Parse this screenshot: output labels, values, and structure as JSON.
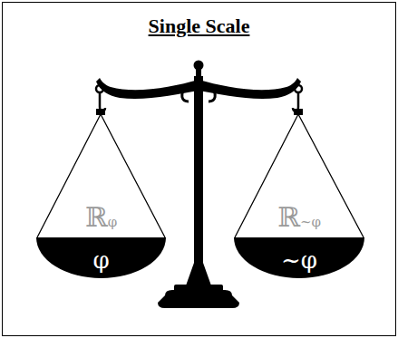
{
  "diagram": {
    "title": "Single Scale",
    "nodes": [
      {
        "text": [
          "ℝφ",
          "φ"
        ]
      },
      {
        "text": [
          "ℝ~φ",
          "~φ"
        ]
      }
    ],
    "edges": []
  }
}
